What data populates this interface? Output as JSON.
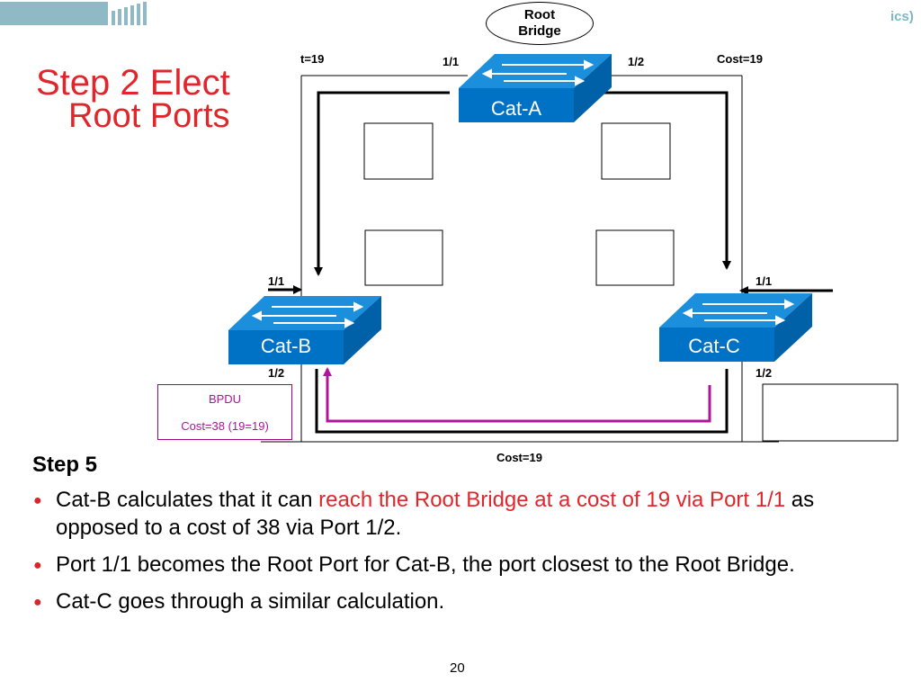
{
  "slide": {
    "title_line1": "Step 2   Elect",
    "title_line2": "Root Ports",
    "root_bubble": {
      "line1": "Root",
      "line2": "Bridge"
    },
    "corner_text": "ics)",
    "page_number": "20"
  },
  "diagram": {
    "switches": [
      {
        "label": "Cat-A"
      },
      {
        "label": "Cat-B"
      },
      {
        "label": "Cat-C"
      }
    ],
    "port_labels": {
      "cat_a_left": "1/1",
      "cat_a_right": "1/2",
      "cat_b_top": "1/1",
      "cat_b_bottom": "1/2",
      "cat_c_top": "1/1",
      "cat_c_bottom": "1/2"
    },
    "cost_labels": {
      "top_left": "t=19",
      "top_right": "Cost=19",
      "bottom": "Cost=19"
    },
    "bpdu": {
      "line1": "BPDU",
      "line2": "Cost=38 (19=19)"
    },
    "colors": {
      "switch_face": "#0072c6",
      "switch_side": "#005aa3",
      "bpdu_arrow": "#b0149b",
      "title": "#e0262a"
    }
  },
  "content": {
    "step_heading": "Step 5",
    "bullets": [
      {
        "before": "Cat-B calculates that it can ",
        "highlight": "reach the Root Bridge at a cost of 19 via Port 1/1",
        "after": " as opposed to a cost of 38 via Port 1/2."
      },
      {
        "text": "Port 1/1 becomes the Root Port for Cat-B, the port closest to the Root Bridge."
      },
      {
        "text": "Cat-C goes through a similar calculation."
      }
    ]
  }
}
